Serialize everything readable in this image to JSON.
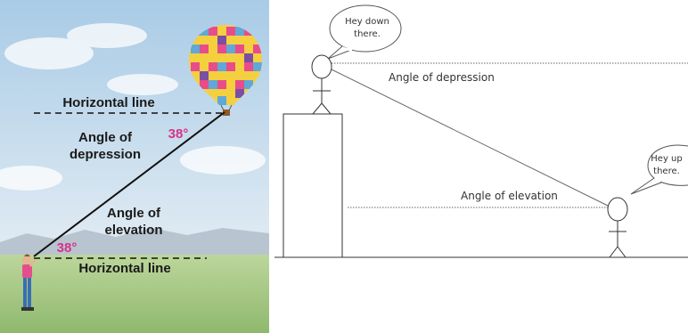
{
  "left_diagram": {
    "top_horizontal_label": "Horizontal line",
    "bottom_horizontal_label": "Horizontal line",
    "depression_line1": "Angle of",
    "depression_line2": "depression",
    "elevation_line1": "Angle of",
    "elevation_line2": "elevation",
    "angle_top": "38°",
    "angle_bottom": "38°",
    "colors": {
      "sky_top": "#b5d3ea",
      "sky_bottom": "#e9f1f6",
      "grass": "#a9c98a",
      "angle_text": "#d6338a"
    }
  },
  "right_diagram": {
    "top_speech": [
      "Hey down",
      "there."
    ],
    "bottom_speech": [
      "Hey up",
      "there."
    ],
    "depression_label": "Angle of depression",
    "elevation_label": "Angle of elevation"
  }
}
